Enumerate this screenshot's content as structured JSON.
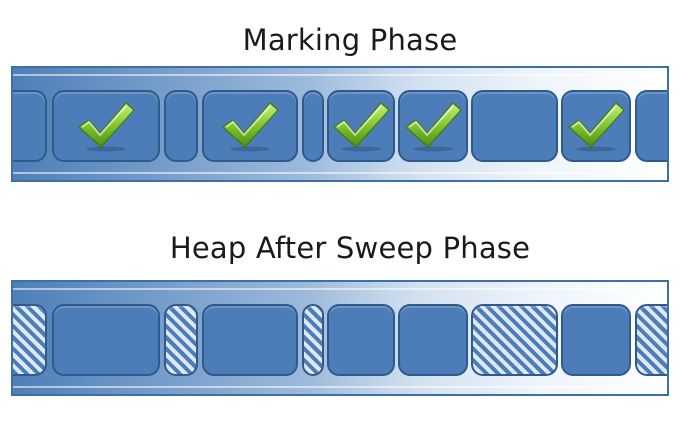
{
  "marking_phase": {
    "title": "Marking Phase",
    "blocks": [
      {
        "marked": false
      },
      {
        "marked": true
      },
      {
        "marked": false
      },
      {
        "marked": true
      },
      {
        "marked": false
      },
      {
        "marked": true
      },
      {
        "marked": true
      },
      {
        "marked": false
      },
      {
        "marked": true
      },
      {
        "marked": false
      }
    ]
  },
  "sweep_phase": {
    "title": "Heap After Sweep Phase",
    "blocks": [
      {
        "state": "free"
      },
      {
        "state": "live"
      },
      {
        "state": "free"
      },
      {
        "state": "live"
      },
      {
        "state": "free"
      },
      {
        "state": "live"
      },
      {
        "state": "live"
      },
      {
        "state": "free"
      },
      {
        "state": "live"
      },
      {
        "state": "free"
      }
    ]
  },
  "colors": {
    "block_fill": "#4d7db8",
    "block_border": "#2e5a8c",
    "check_green": "#7dc12a",
    "free_hatch_light": "#dde8f5"
  },
  "icons": {
    "mark": "checkmark-icon",
    "free": "hatched-free-space"
  }
}
